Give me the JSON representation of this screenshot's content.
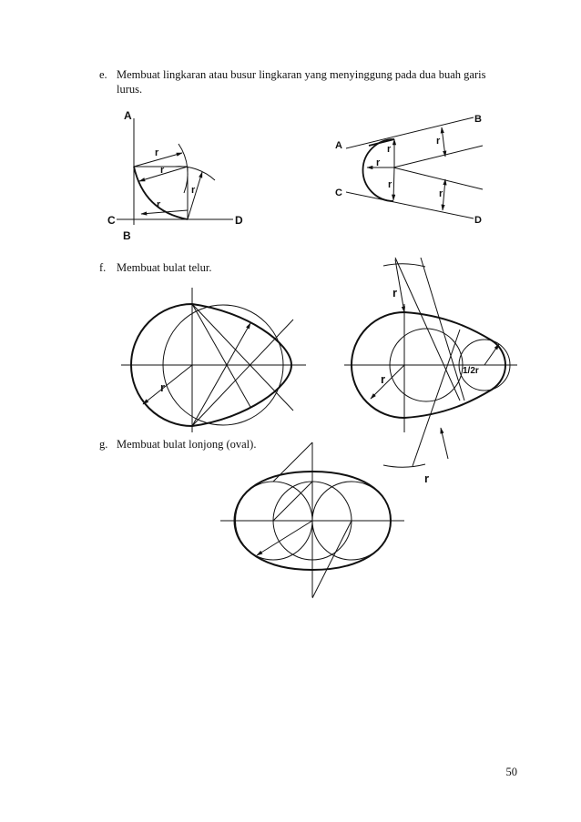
{
  "items": [
    {
      "marker": "e.",
      "line1": "Membuat lingkaran atau busur lingkaran yang menyinggung pada dua buah garis",
      "line2": "lurus."
    },
    {
      "marker": "f.",
      "line1": "Membuat bulat telur."
    },
    {
      "marker": "g.",
      "line1": "Membuat bulat lonjong (oval)."
    }
  ],
  "fig_e1": {
    "label_a": "A",
    "label_b": "B",
    "label_c": "C",
    "label_d": "D",
    "label_r": "r"
  },
  "fig_e2": {
    "label_a": "A",
    "label_b": "B",
    "label_c": "C",
    "label_d": "D",
    "label_r": "r"
  },
  "fig_f1": {
    "label_r": "r"
  },
  "fig_f2": {
    "label_r": "r",
    "label_half_r": "1/2r"
  },
  "page_number": "50"
}
